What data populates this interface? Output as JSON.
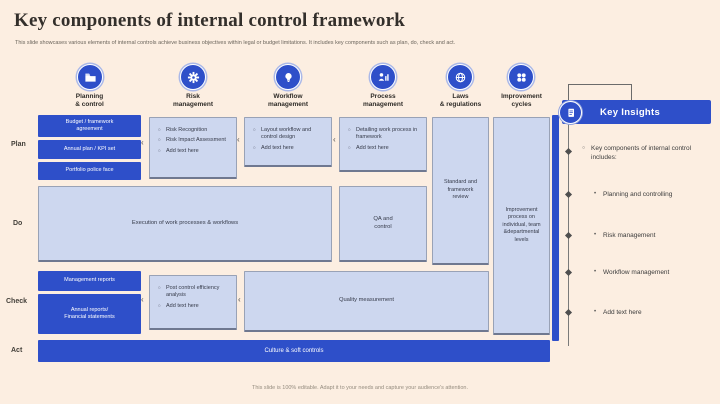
{
  "slide": {
    "title": "Key components of internal control framework",
    "subtitle": "This slide showcases various elements of internal controls achieve business objectives within legal or budget limitations. It includes key components such as plan, do, check and act.",
    "footer": "This slide is 100% editable. Adapt it to your needs and capture your audience's attention."
  },
  "colors": {
    "accent_blue": "#2e4fc9",
    "panel_lavender": "#cdd7ef",
    "background": "#fceee1"
  },
  "columns": [
    {
      "label": "Planning\n& control",
      "icon": "folder-icon"
    },
    {
      "label": "Risk\nmanagement",
      "icon": "gear-icon"
    },
    {
      "label": "Workflow\nmanagement",
      "icon": "bulb-icon"
    },
    {
      "label": "Process\nmanagement",
      "icon": "people-chart-icon"
    },
    {
      "label": "Laws\n& regulations",
      "icon": "globe-icon"
    },
    {
      "label": "Improvement\ncycles",
      "icon": "cycle-icon"
    }
  ],
  "rows": {
    "plan": "Plan",
    "do": "Do",
    "check": "Check",
    "act": "Act"
  },
  "plan": {
    "planning_boxes": [
      "Budget / framework\nagreement",
      "Annual plan / KPI set",
      "Portfolio police face"
    ],
    "risk_items": [
      "Risk Recognition",
      "Risk Impact Assessment",
      "Add text here"
    ],
    "workflow_items": [
      "Layout workflow and control design",
      "Add text here"
    ],
    "process_items": [
      "Detailing work process in framework",
      "Add text here"
    ],
    "laws_box": "Standard and framework review",
    "improvement_box": "Improvement process on individual, team &departmental levels"
  },
  "do_row": {
    "execution_box": "Execution of work processes & workflows",
    "qa_box": "QA and\ncontrol"
  },
  "check_row": {
    "report_boxes": [
      "Management reports",
      "Annual reports/\nFinancial statements"
    ],
    "post_control_items": [
      "Post control efficiency analysis",
      "Add text here"
    ],
    "quality_box": "Quality measurement"
  },
  "act_row": {
    "bar": "Culture & soft controls"
  },
  "key_insights": {
    "title": "Key Insights",
    "items": [
      "Key components of internal control includes:",
      "Planning and controlling",
      "Risk management",
      "Workflow management",
      "Add text here"
    ]
  }
}
